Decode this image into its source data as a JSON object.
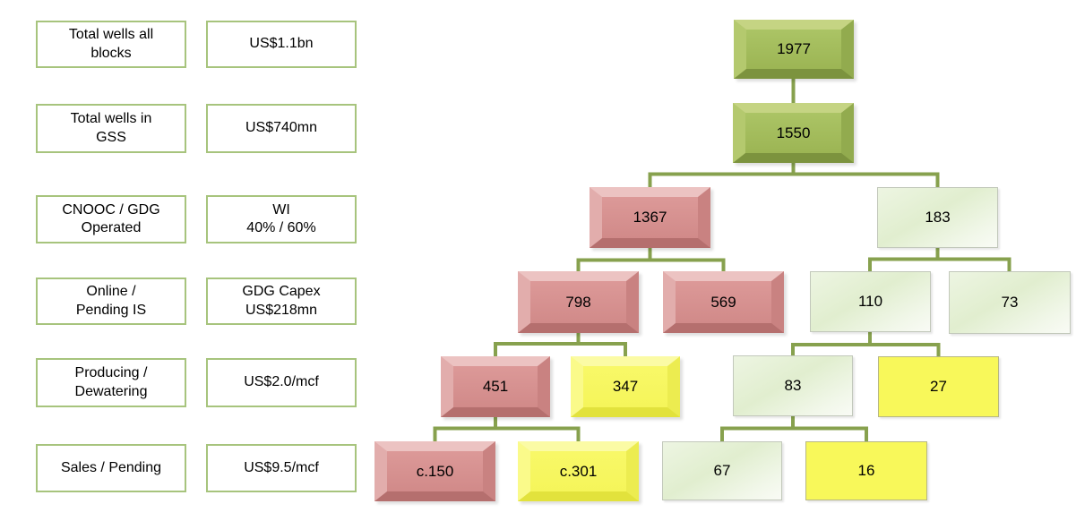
{
  "left_panel": {
    "rows": [
      {
        "label": "Total wells all\nblocks",
        "value": "US$1.1bn"
      },
      {
        "label": "Total wells in\nGSS",
        "value": "US$740mn"
      },
      {
        "label": "CNOOC / GDG\nOperated",
        "value": "WI\n40% / 60%"
      },
      {
        "label": "Online /\nPending IS",
        "value": "GDG Capex\nUS$218mn"
      },
      {
        "label": "Producing /\nDewatering",
        "value": "US$2.0/mcf"
      },
      {
        "label": "Sales / Pending",
        "value": "US$9.5/mcf"
      }
    ]
  },
  "tree": {
    "nodes": [
      {
        "id": "total-all-blocks",
        "value": "1977",
        "style": "glossy-green",
        "parent": null
      },
      {
        "id": "total-gss",
        "value": "1550",
        "style": "glossy-green",
        "parent": "total-all-blocks"
      },
      {
        "id": "cnooc-operated",
        "value": "1367",
        "style": "glossy-pink",
        "parent": "total-gss"
      },
      {
        "id": "gdg-operated",
        "value": "183",
        "style": "flat-green",
        "parent": "total-gss"
      },
      {
        "id": "cnooc-online",
        "value": "798",
        "style": "glossy-pink",
        "parent": "cnooc-operated"
      },
      {
        "id": "cnooc-pending-is",
        "value": "569",
        "style": "glossy-pink",
        "parent": "cnooc-operated"
      },
      {
        "id": "gdg-online",
        "value": "110",
        "style": "flat-green",
        "parent": "gdg-operated"
      },
      {
        "id": "gdg-pending-is",
        "value": "73",
        "style": "flat-green",
        "parent": "gdg-operated"
      },
      {
        "id": "cnooc-producing",
        "value": "451",
        "style": "glossy-pink",
        "parent": "cnooc-online"
      },
      {
        "id": "cnooc-dewatering",
        "value": "347",
        "style": "glossy-yellow",
        "parent": "cnooc-online"
      },
      {
        "id": "gdg-producing",
        "value": "83",
        "style": "flat-green",
        "parent": "gdg-online"
      },
      {
        "id": "gdg-dewatering",
        "value": "27",
        "style": "flat-yellow",
        "parent": "gdg-online"
      },
      {
        "id": "cnooc-sales",
        "value": "c.150",
        "style": "glossy-pink",
        "parent": "cnooc-producing"
      },
      {
        "id": "cnooc-sales-pending",
        "value": "c.301",
        "style": "glossy-yellow",
        "parent": "cnooc-producing"
      },
      {
        "id": "gdg-sales",
        "value": "67",
        "style": "flat-green",
        "parent": "gdg-producing"
      },
      {
        "id": "gdg-sales-pending",
        "value": "16",
        "style": "flat-yellow",
        "parent": "gdg-producing"
      }
    ]
  },
  "colors": {
    "connector": "#87a14e",
    "label_border": "#a7c47d",
    "glossy_green": "#a3bd5c",
    "glossy_pink": "#d79190",
    "glossy_yellow": "#f7f763",
    "flat_green": "#e7f2d8",
    "flat_yellow": "#f8f85a",
    "text": "#000000"
  }
}
